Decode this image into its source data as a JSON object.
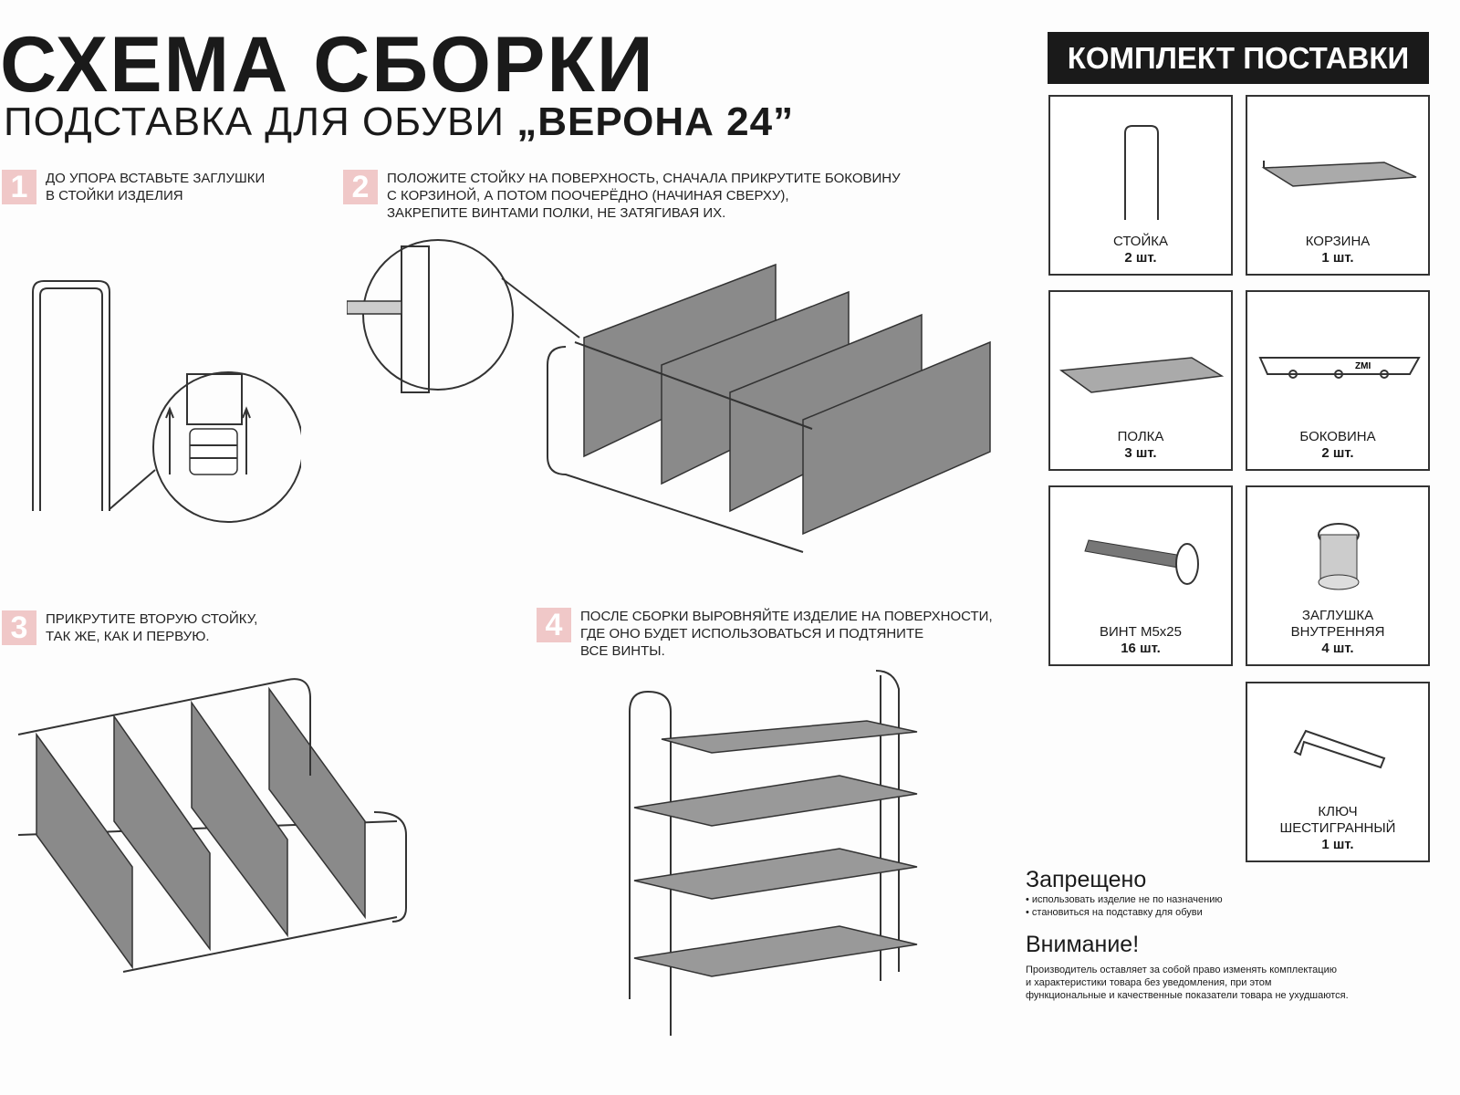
{
  "header": {
    "title": "СХЕМА СБОРКИ",
    "subtitle": "ПОДСТАВКА ДЛЯ ОБУВИ",
    "product": "„ВЕРОНА 24”"
  },
  "steps": [
    {
      "num": "1",
      "text": "До упора вставьте заглушки\nв стойки изделия"
    },
    {
      "num": "2",
      "text": "Положите стойку на поверхность, сначала прикрутите боковину\nс корзиной, а потом  поочерёдно (начиная сверху),\nзакрепите винтами полки, не затягивая их."
    },
    {
      "num": "3",
      "text": "Прикрутите вторую стойку,\nтак же, как и первую."
    },
    {
      "num": "4",
      "text": "После сборки выровняйте изделие на поверхности,\nгде оно будет использоваться и подтяните\nвсе винты."
    }
  ],
  "kit": {
    "title": "КОМПЛЕКТ ПОСТАВКИ",
    "items": [
      {
        "name": "СТОЙКА",
        "qty": "2 шт.",
        "icon": "u-post"
      },
      {
        "name": "КОРЗИНА",
        "qty": "1 шт.",
        "icon": "basket"
      },
      {
        "name": "ПОЛКА",
        "qty": "3 шт.",
        "icon": "shelf"
      },
      {
        "name": "БОКОВИНА",
        "qty": "2 шт.",
        "icon": "side-bar"
      },
      {
        "name": "ВИНТ М5х25",
        "qty": "16 шт.",
        "icon": "screw"
      },
      {
        "name": "ЗАГЛУШКА\nВНУТРЕННЯЯ",
        "qty": "4 шт.",
        "icon": "plug"
      },
      {
        "name": "КЛЮЧ\nШЕСТИГРАННЫЙ",
        "qty": "1 шт.",
        "icon": "hex-key"
      }
    ]
  },
  "warnings": {
    "forbidden_title": "Запрещено",
    "forbidden": [
      "• использовать изделие не по назначению",
      "• становиться на подставку для обуви"
    ],
    "attention_title": "Внимание!",
    "attention": "Производитель оставляет за собой право изменять комплектацию\nи характеристики товара без уведомления, при этом\nфункциональные и качественные показатели товара не ухудшаются."
  },
  "brand": "ZMI"
}
